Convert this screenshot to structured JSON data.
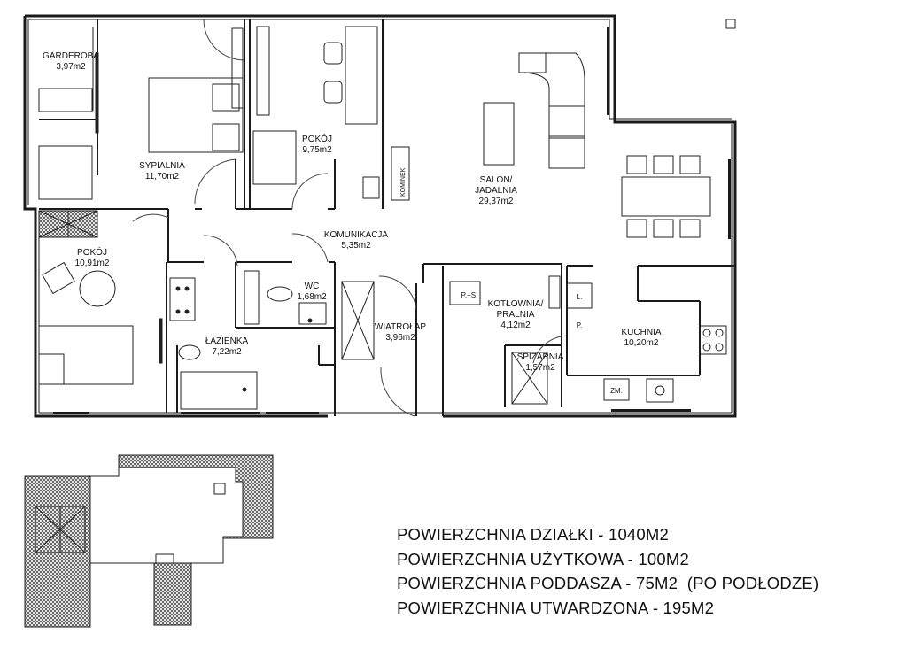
{
  "rooms": {
    "garderoba": {
      "name": "GARDEROBA",
      "area": "3,97m2"
    },
    "sypialnia": {
      "name": "SYPIALNIA",
      "area": "11,70m2"
    },
    "pokoj_top": {
      "name": "POKÓJ",
      "area": "9,75m2"
    },
    "salon": {
      "name": "SALON/",
      "name2": "JADALNIA",
      "area": "29,37m2"
    },
    "komunikacja": {
      "name": "KOMUNIKACJA",
      "area": "5,35m2"
    },
    "pokoj_left": {
      "name": "POKÓJ",
      "area": "10,91m2"
    },
    "wc": {
      "name": "WC",
      "area": "1,68m2"
    },
    "lazienka": {
      "name": "ŁAZIENKA",
      "area": "7,22m2"
    },
    "wiatrolap": {
      "name": "WIATROŁAP",
      "area": "3,96m2"
    },
    "kotlownia": {
      "name": "KOTŁOWNIA/",
      "name2": "PRALNIA",
      "area": "4,12m2"
    },
    "spizarnia": {
      "name": "SPIŻARNIA",
      "area": "1,57m2"
    },
    "kuchnia": {
      "name": "KUCHNIA",
      "area": "10,20m2"
    }
  },
  "labels": {
    "kominek": "KOMINEK",
    "ps": "P.+S.",
    "l": "L.",
    "p": "P.",
    "zm": "ZM."
  },
  "stats": [
    "POWIERZCHNIA DZIAŁKI - 1040M2",
    "POWIERZCHNIA UŻYTKOWA - 100M2",
    "POWIERZCHNIA PODDASZA - 75M2  (PO PODŁODZE)",
    "POWIERZCHNIA UTWARDZONA - 195M2"
  ],
  "colors": {
    "wall": "#1a1a1a",
    "hatch": "#333333",
    "line": "#444444"
  }
}
